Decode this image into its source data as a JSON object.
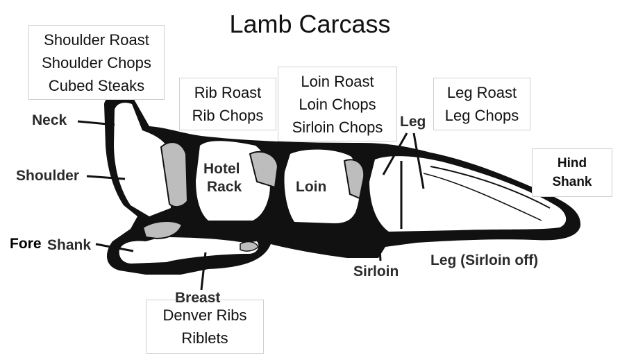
{
  "title": "Lamb Carcass",
  "cut_boxes": {
    "shoulder": [
      "Shoulder Roast",
      "Shoulder Chops",
      "Cubed Steaks"
    ],
    "rib": [
      "Rib Roast",
      "Rib Chops"
    ],
    "loin": [
      "Loin Roast",
      "Loin Chops",
      "Sirloin Chops"
    ],
    "leg": [
      "Leg Roast",
      "Leg Chops"
    ],
    "hind_shank": [
      "Hind",
      "Shank"
    ],
    "breast": [
      "Denver Ribs",
      "Riblets"
    ]
  },
  "region_labels": {
    "neck": "Neck",
    "shoulder": "Shoulder",
    "hotel_rack_1": "Hotel",
    "hotel_rack_2": "Rack",
    "loin": "Loin",
    "leg": "Leg",
    "fore": "Fore",
    "shank": "Shank",
    "breast": "Breast",
    "sirloin": "Sirloin",
    "leg_sirloin_off": "Leg (Sirloin off)"
  }
}
